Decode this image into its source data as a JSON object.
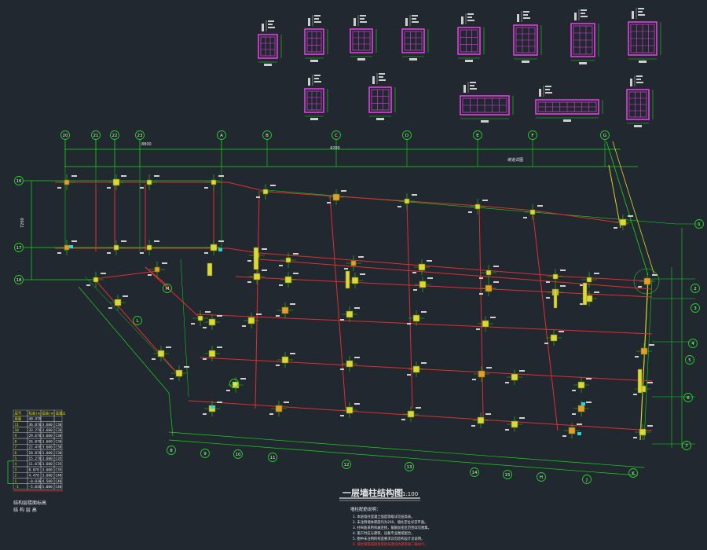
{
  "drawing": {
    "title": "一层墙柱结构图",
    "scale": "1:100",
    "colors": {
      "background": "#212830",
      "axis_line": "#19d619",
      "beam_line": "#e03030",
      "column": "#d9d93a",
      "column_small": "#e2a02a",
      "section_frame": "#e040e0",
      "dimension": "#1fd41f",
      "bubble": "#1fd41f",
      "text_white": "#e8e8e8",
      "note_red": "#ff3b3b",
      "table_header": "#e0e000",
      "cyan": "#26d7e0"
    }
  },
  "grid_top_bubbles": [
    "20",
    "21",
    "22",
    "23",
    "A",
    "B",
    "C",
    "D",
    "E",
    "F",
    "G"
  ],
  "grid_left_bubbles": [
    "16",
    "17",
    "18"
  ],
  "grid_right_bubbles": [
    "1",
    "2",
    "3",
    "4",
    "5",
    "6",
    "7"
  ],
  "grid_bottom_bubbles": [
    "8",
    "9",
    "10",
    "11",
    "12",
    "13",
    "14",
    "15",
    "H",
    "J",
    "K",
    "L"
  ],
  "dimension_labels": {
    "top_left": "8800",
    "top_mid": "4200",
    "top_right_tag": "坡道详图",
    "left_vertical": "7200"
  },
  "level_table": {
    "header": [
      "层号",
      "标高(m)",
      "层高(m)",
      "混凝土"
    ],
    "rows": [
      [
        "屋面",
        "40.470",
        "",
        ""
      ],
      [
        "11",
        "36.870",
        "3.600",
        "C30"
      ],
      [
        "10",
        "33.270",
        "3.600",
        "C30"
      ],
      [
        "9",
        "29.670",
        "3.600",
        "C30"
      ],
      [
        "8",
        "26.070",
        "3.600",
        "C30"
      ],
      [
        "7",
        "22.470",
        "3.600",
        "C30"
      ],
      [
        "6",
        "18.870",
        "3.600",
        "C30"
      ],
      [
        "5",
        "15.270",
        "3.600",
        "C35"
      ],
      [
        "4",
        "11.670",
        "3.600",
        "C35"
      ],
      [
        "3",
        "8.070",
        "3.600",
        "C35"
      ],
      [
        "2",
        "4.470",
        "3.600",
        "C40"
      ],
      [
        "1",
        "-0.030",
        "4.500",
        "C40"
      ],
      [
        "-1",
        "-5.030",
        "5.000",
        "C40"
      ]
    ],
    "caption_1": "结构层楼面标高",
    "caption_2": "结 构 层 高"
  },
  "notes": {
    "heading": "墙柱配筋说明：",
    "lines": [
      "1. 本层墙柱混凝土强度等级详见层高表。",
      "2. 未注明墙体厚度均为200，墙柱定位详见平面。",
      "3. 柱纵筋采用机械连接，箍筋加密区范围详见图集。",
      "4. 施工时应与建筑、设备专业图纸配合。",
      "5. 图中未注明的构造要求详见结构设计总说明。"
    ],
    "red_line": "6. 墙柱钢筋锚固及搭接长度按抗震等级二级执行。"
  }
}
